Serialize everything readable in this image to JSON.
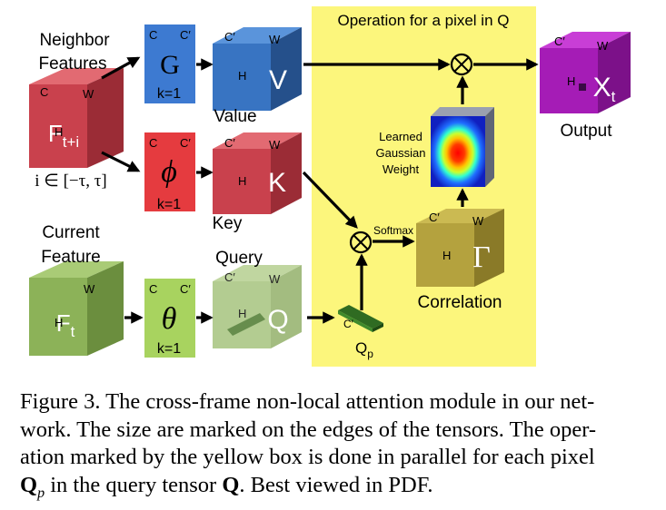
{
  "yellow_box": {
    "title": "Operation for a pixel in Q",
    "color": "#fcf67c"
  },
  "colors": {
    "red_front": "#c9414d",
    "red_top": "#e26a72",
    "red_side": "#9b2c36",
    "blue_front": "#3874c2",
    "blue_top": "#5a94db",
    "blue_side": "#25508b",
    "green_front": "#8cb258",
    "green_top": "#a9cb76",
    "green_side": "#6b8e3e",
    "olive_front": "#b4a23e",
    "olive_top": "#cbba52",
    "olive_side": "#8a7a28",
    "purple_front": "#a51cb6",
    "purple_top": "#c83ed6",
    "purple_side": "#7c1189",
    "small_red": "#e53b3f",
    "small_blue": "#3d7ad1",
    "small_green": "#a8d35f"
  },
  "neighbor": {
    "title_line1": "Neighbor",
    "title_line2": "Features",
    "label": "F",
    "label_sub": "t+i",
    "edge_c": "C",
    "edge_w": "W",
    "edge_h": "H",
    "range": "i ∈ [−τ, τ]"
  },
  "current": {
    "title_line1": "Current",
    "title_line2": "Feature",
    "label": "F",
    "label_sub": "t",
    "edge_w": "W",
    "edge_h": "H"
  },
  "g_block": {
    "label": "G",
    "c": "C",
    "c2": "C′",
    "k": "k=1"
  },
  "phi_block": {
    "label": "ϕ",
    "c": "C",
    "c2": "C′",
    "k": "k=1"
  },
  "theta_block": {
    "label": "θ",
    "c": "C",
    "c2": "C′",
    "k": "k=1"
  },
  "value": {
    "label": "V",
    "caption": "Value",
    "c": "C′",
    "w": "W",
    "h": "H"
  },
  "key": {
    "label": "K",
    "caption": "Key",
    "c": "C′",
    "w": "W",
    "h": "H"
  },
  "query": {
    "label": "Q",
    "caption": "Query",
    "c": "C′",
    "w": "W",
    "h": "H"
  },
  "qp": {
    "label": "Q",
    "label_sub": "p",
    "c": "C′"
  },
  "correlation": {
    "label": "Γ",
    "caption": "Correlation",
    "c": "C′",
    "w": "W",
    "h": "H"
  },
  "softmax": "Softmax",
  "gaussian": {
    "line1": "Learned",
    "line2": "Gaussian",
    "line3": "Weight"
  },
  "output": {
    "label": "X",
    "label_sub": "t",
    "caption": "Output",
    "c": "C′",
    "w": "W",
    "h": "H"
  },
  "caption": {
    "line1": "Figure 3. The cross-frame non-local attention module in our net-",
    "line2": "work. The size are marked on the edges of the tensors. The oper-",
    "line3": "ation marked by the yellow box is done in parallel for each pixel",
    "line4_bold": "Q",
    "line4_sub": "p",
    "line4_mid": " in the query tensor ",
    "line4_bold2": "Q",
    "line4_end": ". Best viewed in PDF."
  }
}
